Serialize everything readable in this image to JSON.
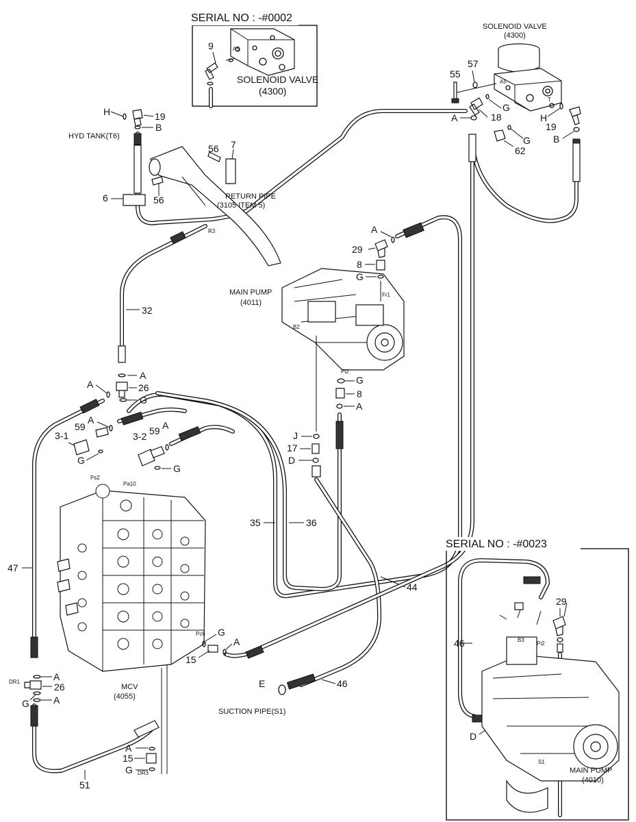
{
  "insets": {
    "top": {
      "title": "SERIAL NO : -#0002",
      "part_no": "9",
      "port": "A5",
      "valve_label": "SOLENOID VALVE",
      "valve_ref": "(4300)"
    },
    "bottom": {
      "title": "SERIAL NO : -#0023",
      "hose_no": "46",
      "fitting_no": "29",
      "ring": "D",
      "port_b3": "B3",
      "port_pi2": "Pi2",
      "port_s1": "S1",
      "pump_label": "MAIN PUMP",
      "pump_ref": "(4010)"
    }
  },
  "components": {
    "solenoid": {
      "label": "SOLENOID VALVE",
      "ref": "(4300)",
      "port_a5": "A5",
      "port_t": "T"
    },
    "main_pump": {
      "label": "MAIN PUMP",
      "ref": "(4011)",
      "port_b2": "B2",
      "port_fr1": "Fr1",
      "port_pi2": "Pi2"
    },
    "mcv": {
      "label": "MCV",
      "ref": "(4055)",
      "port_ps2": "Ps2",
      "port_pa10": "Pa10",
      "port_pc6": "Pc6",
      "port_dr1": "DR1",
      "port_dr3": "DR3"
    },
    "hyd_tank": "HYD TANK(T6)",
    "return_pipe": {
      "label": "RETURN PIPE",
      "sub": "(3105 ITEM 5)",
      "port": "R3"
    },
    "suction_pipe": "SUCTION PIPE(S1)"
  },
  "callouts": [
    {
      "id": "c-55",
      "text": "55"
    },
    {
      "id": "c-57",
      "text": "57"
    },
    {
      "id": "c-18",
      "text": "18"
    },
    {
      "id": "c-a-sol",
      "text": "A"
    },
    {
      "id": "c-g-sol1",
      "text": "G"
    },
    {
      "id": "c-h-sol",
      "text": "H"
    },
    {
      "id": "c-19-sol",
      "text": "19"
    },
    {
      "id": "c-b-sol",
      "text": "B"
    },
    {
      "id": "c-62",
      "text": "62"
    },
    {
      "id": "c-g-sol2",
      "text": "G"
    },
    {
      "id": "c-h-tank",
      "text": "H"
    },
    {
      "id": "c-19-tank",
      "text": "19"
    },
    {
      "id": "c-b-tank",
      "text": "B"
    },
    {
      "id": "c-56a",
      "text": "56"
    },
    {
      "id": "c-7",
      "text": "7"
    },
    {
      "id": "c-6",
      "text": "6"
    },
    {
      "id": "c-56b",
      "text": "56"
    },
    {
      "id": "c-32",
      "text": "32"
    },
    {
      "id": "c-a-pump1",
      "text": "A"
    },
    {
      "id": "c-29",
      "text": "29"
    },
    {
      "id": "c-8a",
      "text": "8"
    },
    {
      "id": "c-g-pump1",
      "text": "G"
    },
    {
      "id": "c-g-pump2",
      "text": "G"
    },
    {
      "id": "c-8b",
      "text": "8"
    },
    {
      "id": "c-a-pump2",
      "text": "A"
    },
    {
      "id": "c-j",
      "text": "J"
    },
    {
      "id": "c-17",
      "text": "17"
    },
    {
      "id": "c-d",
      "text": "D"
    },
    {
      "id": "c-a-mcv1",
      "text": "A"
    },
    {
      "id": "c-a-mcv2",
      "text": "A"
    },
    {
      "id": "c-26a",
      "text": "26"
    },
    {
      "id": "c-g-mcv1",
      "text": "G"
    },
    {
      "id": "c-a-mcv3",
      "text": "A"
    },
    {
      "id": "c-59a",
      "text": "59"
    },
    {
      "id": "c-3-1",
      "text": "3-1"
    },
    {
      "id": "c-g-mcv2",
      "text": "G"
    },
    {
      "id": "c-3-2",
      "text": "3-2"
    },
    {
      "id": "c-59b",
      "text": "59"
    },
    {
      "id": "c-a-mcv4",
      "text": "A"
    },
    {
      "id": "c-g-mcv3",
      "text": "G"
    },
    {
      "id": "c-35",
      "text": "35"
    },
    {
      "id": "c-36",
      "text": "36"
    },
    {
      "id": "c-47",
      "text": "47"
    },
    {
      "id": "c-44",
      "text": "44"
    },
    {
      "id": "c-g-pc6",
      "text": "G"
    },
    {
      "id": "c-a-pc6",
      "text": "A"
    },
    {
      "id": "c-15a",
      "text": "15"
    },
    {
      "id": "c-a-dr1a",
      "text": "A"
    },
    {
      "id": "c-26b",
      "text": "26"
    },
    {
      "id": "c-g-dr1",
      "text": "G"
    },
    {
      "id": "c-a-dr1b",
      "text": "A"
    },
    {
      "id": "c-e",
      "text": "E"
    },
    {
      "id": "c-46",
      "text": "46"
    },
    {
      "id": "c-a-dr3",
      "text": "A"
    },
    {
      "id": "c-15b",
      "text": "15"
    },
    {
      "id": "c-g-dr3",
      "text": "G"
    },
    {
      "id": "c-51",
      "text": "51"
    }
  ]
}
